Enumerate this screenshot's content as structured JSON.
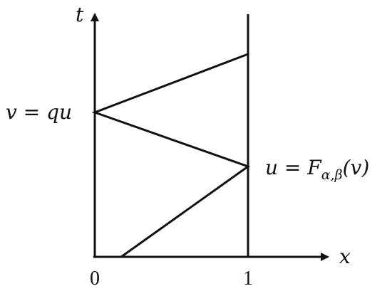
{
  "diagram": {
    "axis_labels": {
      "x": "x",
      "t": "t"
    },
    "ticks": {
      "zero": "0",
      "one": "1"
    },
    "labels": {
      "left_condition": "v = qu",
      "right_condition_lhs": "u = F",
      "right_condition_sub": "α,β",
      "right_condition_rhs": "(v)"
    }
  }
}
